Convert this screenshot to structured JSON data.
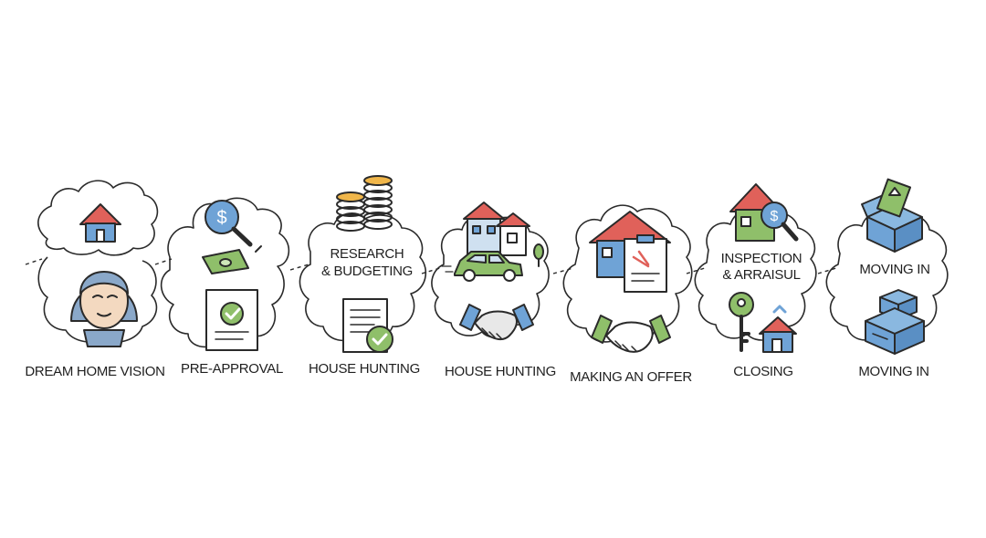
{
  "steps": [
    {
      "label": "DREAM HOME VISION"
    },
    {
      "label": "PRE-APPROVAL"
    },
    {
      "top_label_1": "RESEARCH",
      "top_label_2": "& BUDGETING",
      "label": "HOUSE HUNTING"
    },
    {
      "label": "HOUSE HUNTING"
    },
    {
      "label": "MAKING AN OFFER"
    },
    {
      "top_label_1": "INSPECTION",
      "top_label_2": "& ARRAISUL",
      "label": "CLOSING"
    },
    {
      "top_label": "MOVING IN",
      "label": "MOVING IN"
    }
  ],
  "colors": {
    "roof": "#e0615a",
    "wall": "#6fa3d6",
    "money": "#8fbf6a",
    "skin": "#f3d9c0",
    "hair": "#8aa8c9",
    "box": "#6fa3d6",
    "ink": "#2a2a2a"
  },
  "icons": [
    "cloud-house-icon",
    "person-icon",
    "magnifier-dollar-icon",
    "cash-icon",
    "approved-document-icon",
    "coin-stacks-icon",
    "checklist-document-icon",
    "houses-icon",
    "car-icon",
    "handshake-icon",
    "house-contract-icon",
    "house-magnifier-icon",
    "key-icon",
    "small-house-icon",
    "moving-box-icon",
    "stacked-boxes-icon"
  ]
}
